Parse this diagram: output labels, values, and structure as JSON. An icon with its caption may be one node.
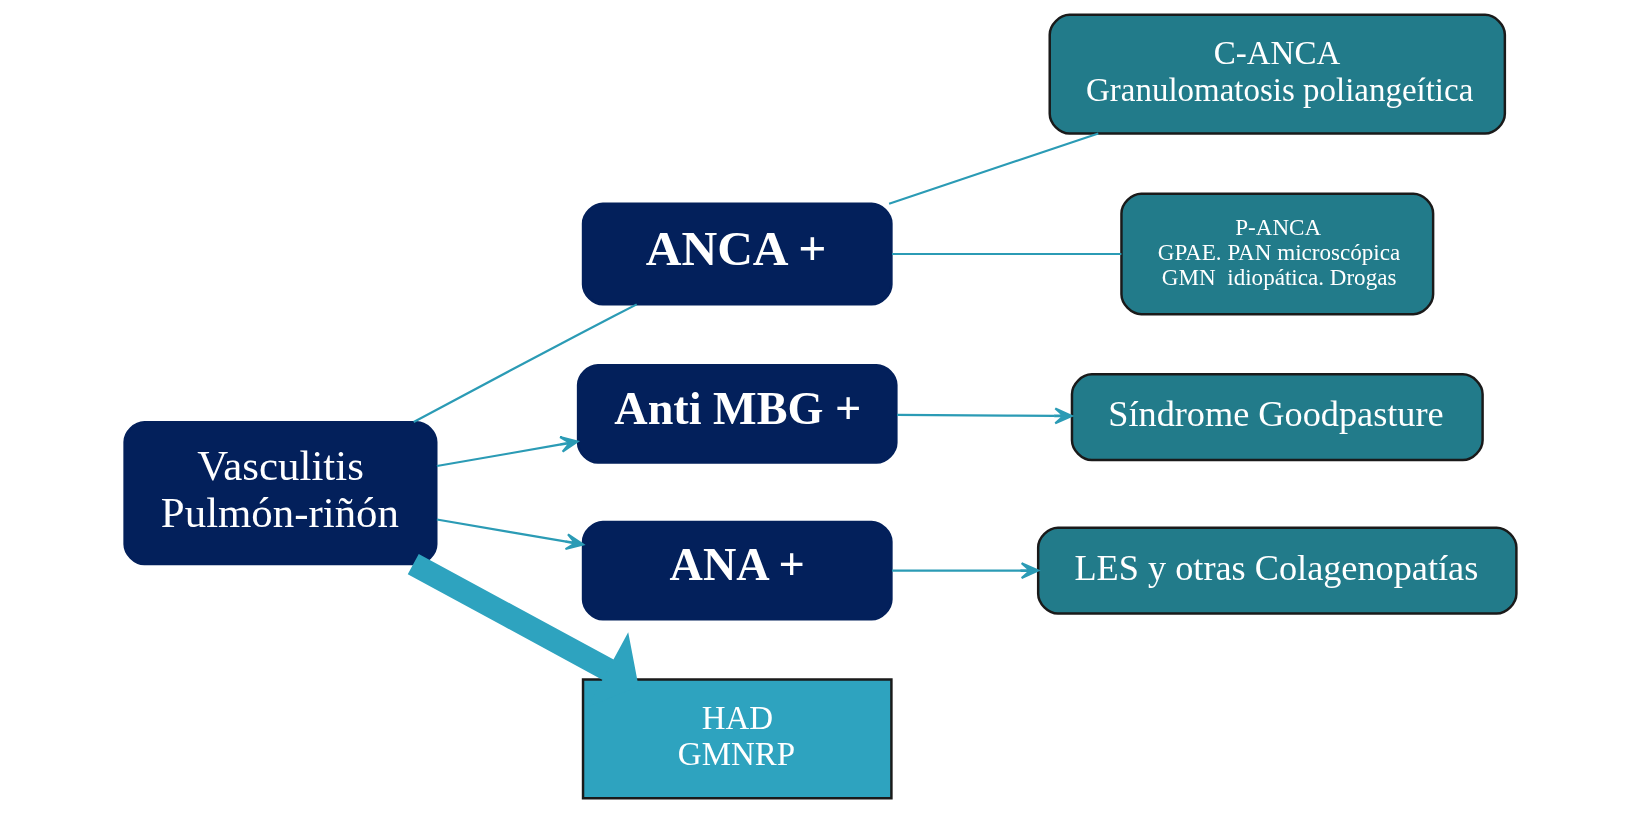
{
  "diagram": {
    "nodes": [
      {
        "text": [
          "Vasculitis",
          "Pulmón-riñón"
        ]
      },
      {
        "text": [
          "ANCA +"
        ]
      },
      {
        "text": [
          "C-ANCA",
          "Granulomatosis poliangeítica"
        ]
      },
      {
        "text": [
          "P-ANCA",
          "GPAE. PAN microscópica",
          "GMN  idiopática. Drogas"
        ]
      },
      {
        "text": [
          "Anti MBG +"
        ]
      },
      {
        "text": [
          "Síndrome Goodpasture"
        ]
      },
      {
        "text": [
          "ANA +"
        ]
      },
      {
        "text": [
          "LES y otras Colagenopatías"
        ]
      },
      {
        "text": [
          "HAD",
          "GMNRP"
        ]
      }
    ],
    "edges": [
      {
        "from": 0,
        "to": 1,
        "arrow": "none"
      },
      {
        "from": 1,
        "to": 2,
        "arrow": "none"
      },
      {
        "from": 1,
        "to": 3,
        "arrow": "none"
      },
      {
        "from": 0,
        "to": 4,
        "arrow": "to"
      },
      {
        "from": 0,
        "to": 6,
        "arrow": "to"
      },
      {
        "from": 4,
        "to": 5,
        "arrow": "to"
      },
      {
        "from": 6,
        "to": 7,
        "arrow": "to"
      },
      {
        "from": 0,
        "to": 8,
        "arrow": "to",
        "style": "thick",
        "color": "#2ea3bf"
      }
    ]
  }
}
